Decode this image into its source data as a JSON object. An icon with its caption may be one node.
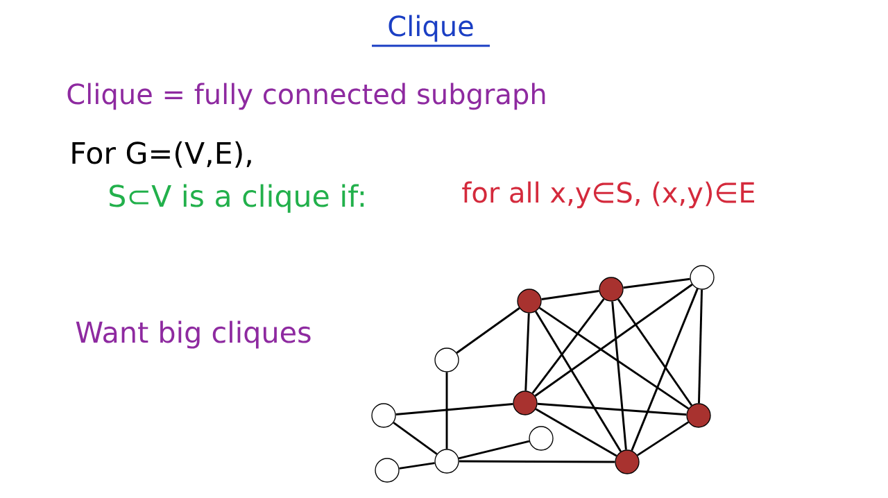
{
  "diagram": {
    "title": "Clique",
    "nodes": [
      {
        "text": [],
        "shape": "circle"
      },
      {
        "text": [],
        "shape": "circle"
      },
      {
        "text": [],
        "shape": "circle"
      },
      {
        "text": [],
        "shape": "circle"
      },
      {
        "text": [],
        "shape": "circle"
      },
      {
        "text": [],
        "shape": "circle"
      },
      {
        "text": [],
        "shape": "circle"
      },
      {
        "text": [],
        "shape": "circle"
      },
      {
        "text": [],
        "shape": "circle"
      },
      {
        "text": [],
        "shape": "circle"
      },
      {
        "text": [],
        "shape": "circle"
      }
    ],
    "edges": [
      {
        "from": 5,
        "to": 7,
        "arrow": "none"
      },
      {
        "from": 7,
        "to": 10,
        "arrow": "none"
      },
      {
        "from": 5,
        "to": 2,
        "arrow": "none"
      },
      {
        "from": 5,
        "to": 4,
        "arrow": "none"
      },
      {
        "from": 5,
        "to": 8,
        "arrow": "none"
      },
      {
        "from": 5,
        "to": 9,
        "arrow": "none"
      },
      {
        "from": 7,
        "to": 4,
        "arrow": "none"
      },
      {
        "from": 7,
        "to": 8,
        "arrow": "none"
      },
      {
        "from": 7,
        "to": 9,
        "arrow": "none"
      },
      {
        "from": 10,
        "to": 4,
        "arrow": "none"
      },
      {
        "from": 10,
        "to": 8,
        "arrow": "none"
      },
      {
        "from": 10,
        "to": 9,
        "arrow": "none"
      },
      {
        "from": 2,
        "to": 3,
        "arrow": "none"
      },
      {
        "from": 4,
        "to": 0,
        "arrow": "none"
      },
      {
        "from": 4,
        "to": 9,
        "arrow": "none"
      },
      {
        "from": 4,
        "to": 8,
        "arrow": "none"
      },
      {
        "from": 9,
        "to": 8,
        "arrow": "none"
      },
      {
        "from": 0,
        "to": 3,
        "arrow": "none"
      },
      {
        "from": 3,
        "to": 6,
        "arrow": "none"
      },
      {
        "from": 1,
        "to": 3,
        "arrow": "none"
      },
      {
        "from": 3,
        "to": 8,
        "arrow": "none"
      }
    ],
    "labels": [
      "Clique = fully connected subgraph",
      "For G=(V,E),",
      "S⊂V is a clique if:",
      "for all x,y∈S, (x,y)∈E",
      "Want big cliques"
    ]
  }
}
